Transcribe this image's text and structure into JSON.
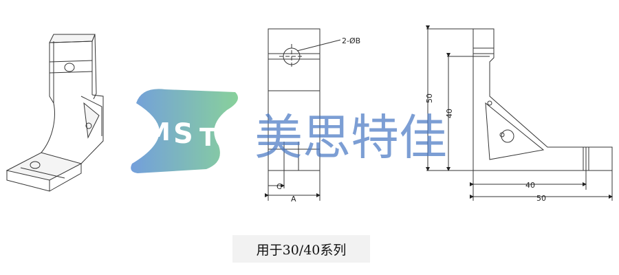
{
  "callouts": {
    "hole_label": "2-ØB",
    "dim_a": "A",
    "dim_c": "C",
    "height_outer": "50",
    "height_inner": "40",
    "width_inner": "40",
    "width_outer": "50"
  },
  "watermark": {
    "initial_m": "M",
    "initial_s": "S",
    "initial_t": "T",
    "brand_chinese": "美思特佳",
    "colors": {
      "blue": "#5b8fd6",
      "green": "#74c98a",
      "text": "#4a79c4"
    }
  },
  "caption": "用于30/40系列"
}
